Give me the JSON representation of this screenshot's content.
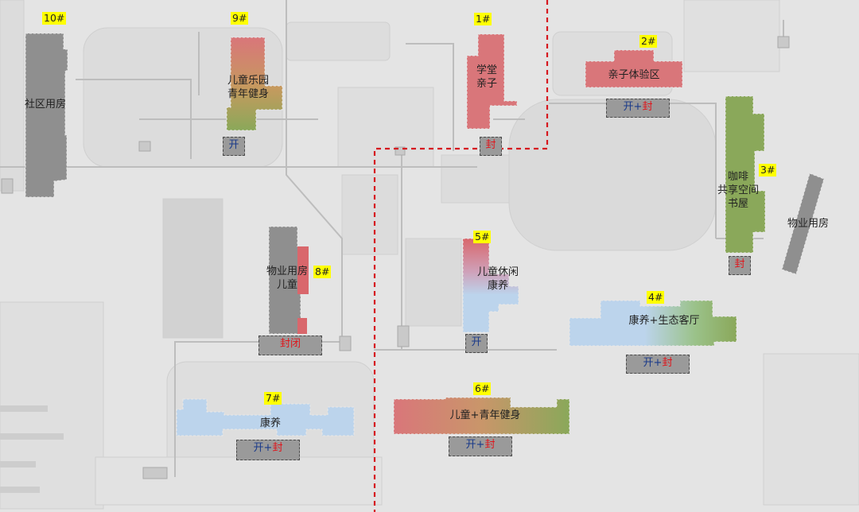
{
  "colors": {
    "gray": "#8f8f8f",
    "red": "#d9767a",
    "green": "#8aa85a",
    "blue": "#bcd4ec",
    "yellow": "#ffff00",
    "divider": "#d6181f",
    "badge_bg": "#9a9a9a",
    "open_text": "#1a3a8a",
    "seal_text": "#e0151b"
  },
  "buildings": [
    {
      "id": "b10",
      "number": "10#",
      "label": "社区用房",
      "status": null
    },
    {
      "id": "b9",
      "number": "9#",
      "label": "儿童乐园\n青年健身",
      "status": {
        "parts": [
          {
            "text": "开",
            "type": "open"
          }
        ]
      }
    },
    {
      "id": "b1",
      "number": "1#",
      "label": "学堂\n亲子",
      "status": {
        "parts": [
          {
            "text": "封",
            "type": "seal"
          }
        ]
      }
    },
    {
      "id": "b2",
      "number": "2#",
      "label": "亲子体验区",
      "status": {
        "parts": [
          {
            "text": "开",
            "type": "open"
          },
          {
            "text": "+",
            "type": "open"
          },
          {
            "text": "封",
            "type": "seal"
          }
        ]
      }
    },
    {
      "id": "b3",
      "number": "3#",
      "label": "咖啡\n共享空间\n书屋",
      "status": {
        "parts": [
          {
            "text": "封",
            "type": "seal"
          }
        ]
      }
    },
    {
      "id": "bp",
      "number": null,
      "label": "物业用房",
      "status": null
    },
    {
      "id": "b8",
      "number": "8#",
      "label": "物业用房\n儿童",
      "status": {
        "parts": [
          {
            "text": "封闭",
            "type": "seal"
          }
        ]
      }
    },
    {
      "id": "b5",
      "number": "5#",
      "label": "儿童休闲\n康养",
      "status": {
        "parts": [
          {
            "text": "开",
            "type": "open"
          }
        ]
      }
    },
    {
      "id": "b4",
      "number": "4#",
      "label": "康养+生态客厅",
      "status": {
        "parts": [
          {
            "text": "开",
            "type": "open"
          },
          {
            "text": "+",
            "type": "open"
          },
          {
            "text": "封",
            "type": "seal"
          }
        ]
      }
    },
    {
      "id": "b7",
      "number": "7#",
      "label": "康养",
      "status": {
        "parts": [
          {
            "text": "开",
            "type": "open"
          },
          {
            "text": "+",
            "type": "open"
          },
          {
            "text": "封",
            "type": "seal"
          }
        ]
      }
    },
    {
      "id": "b6",
      "number": "6#",
      "label": "儿童+青年健身",
      "status": {
        "parts": [
          {
            "text": "开",
            "type": "open"
          },
          {
            "text": "+",
            "type": "open"
          },
          {
            "text": "封",
            "type": "seal"
          }
        ]
      }
    }
  ]
}
